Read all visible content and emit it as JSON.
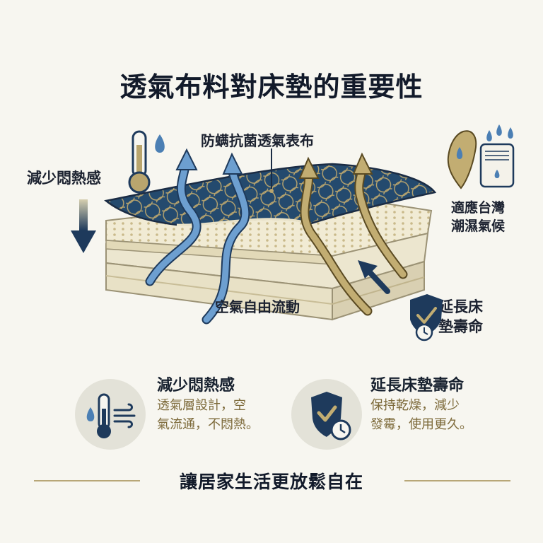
{
  "title": "透氣布料對床墊的重要性",
  "labels": {
    "fabric_top": "防螨抗菌透氣表布",
    "left_feature": "減少悶熱感",
    "right_top_line1": "適應台灣",
    "right_top_line2": "潮濕氣候",
    "right_bottom_line1": "延長床",
    "right_bottom_line2": "墊壽命",
    "center_airflow": "空氣自由流動"
  },
  "cards": [
    {
      "title": "減少悶熱感",
      "desc_line1": "透氣層設計，空",
      "desc_line2": "氣流通，不悶熱。"
    },
    {
      "title": "延長床墊壽命",
      "desc_line1": "保持乾燥，減少",
      "desc_line2": "發霉，使用更久。"
    }
  ],
  "footer": "讓居家生活更放鬆自在",
  "colors": {
    "navy": "#1e3a5c",
    "blue_arrow": "#5b8fc4",
    "gold": "#b8a26a",
    "background": "#f7f6f0",
    "card_desc": "#7d6a3a"
  },
  "icons": [
    "thermometer-icon",
    "water-drop-icon",
    "taiwan-map-icon",
    "dehumidifier-icon",
    "shield-check-icon",
    "clock-icon",
    "wind-icon",
    "down-arrow-icon"
  ]
}
